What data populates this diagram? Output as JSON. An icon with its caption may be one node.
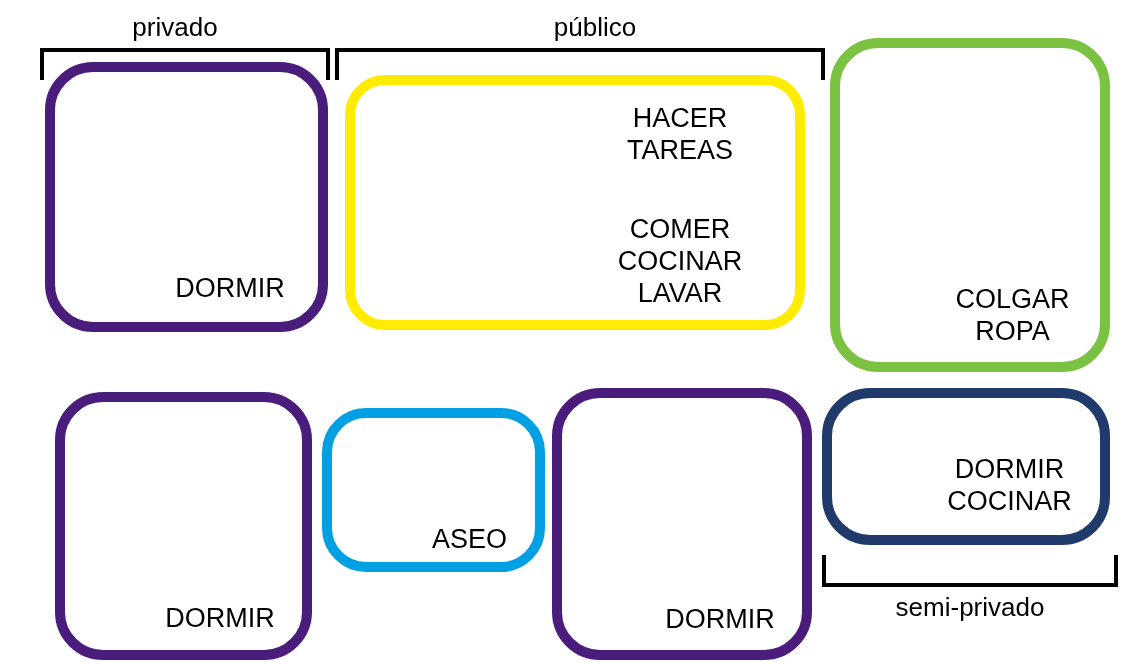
{
  "diagram": {
    "nodes": [
      {
        "text": [
          "DORMIR"
        ]
      },
      {
        "text": [
          "HACER TAREAS",
          "COMER COCINAR LAVAR"
        ]
      },
      {
        "text": [
          "COLGAR ROPA"
        ]
      },
      {
        "text": [
          "DORMIR"
        ]
      },
      {
        "text": [
          "ASEO"
        ]
      },
      {
        "text": [
          "DORMIR"
        ]
      },
      {
        "text": [
          "DORMIR COCINAR"
        ]
      }
    ],
    "edges": [],
    "labels": [
      "privado",
      "público",
      "semi-privado"
    ]
  }
}
